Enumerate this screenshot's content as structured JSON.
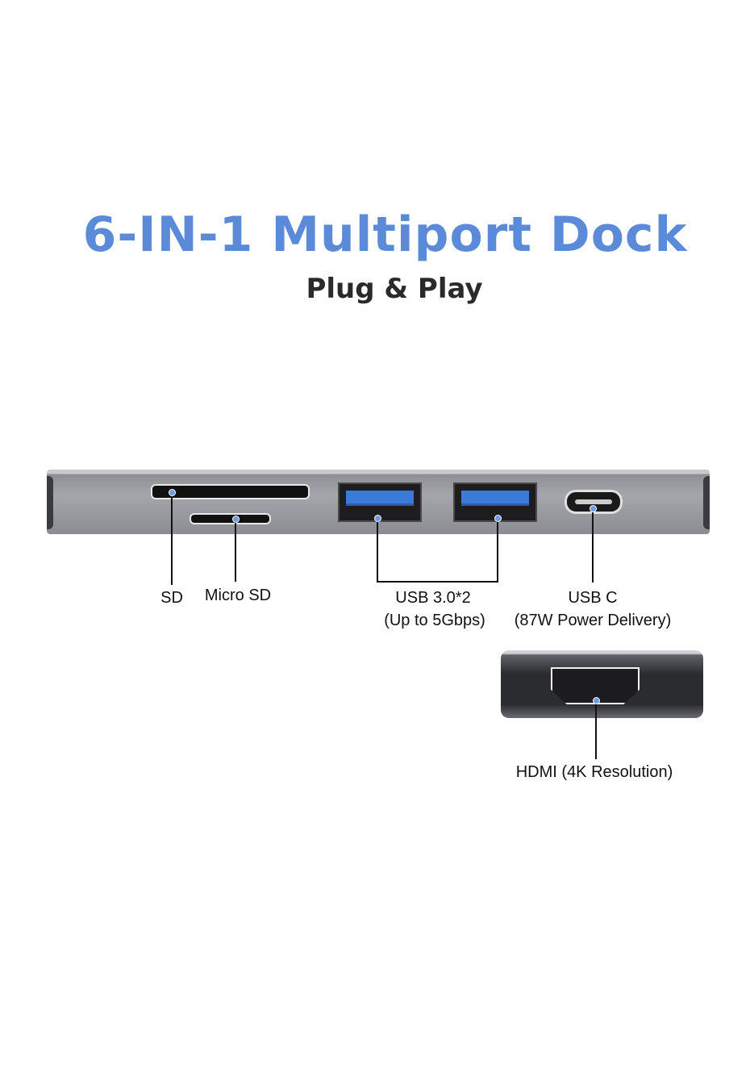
{
  "title": "6-IN-1 Multiport Dock",
  "subtitle": "Plug & Play",
  "labels": {
    "sd": "SD",
    "micro_sd": "Micro SD",
    "usb_line1": "USB 3.0*2",
    "usb_line2": "(Up to 5Gbps)",
    "usbc_line1": "USB C",
    "usbc_line2": "(87W Power Delivery)",
    "hdmi": "HDMI (4K Resolution)"
  },
  "colors": {
    "title": "#5b8bd8",
    "callout_dot": "#6d9be8",
    "usb_tongue": "#3b7bd8"
  }
}
